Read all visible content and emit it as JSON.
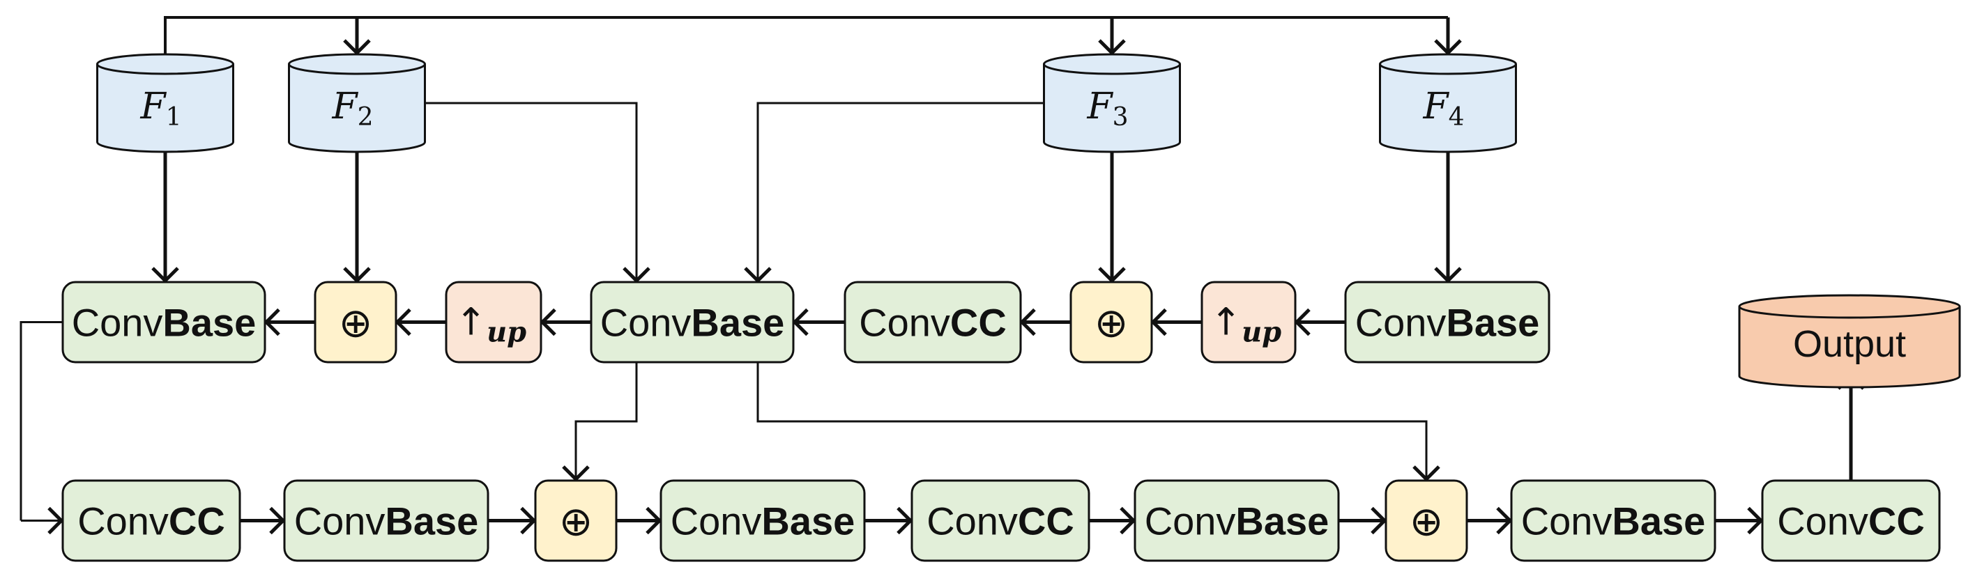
{
  "colors": {
    "conv_fill": "#e2efd9",
    "plus_fill": "#fff2cc",
    "up_fill": "#fbe5d6",
    "feature_fill": "#deebf7",
    "output_fill": "#f8cbad",
    "stroke": "#111111"
  },
  "features": [
    {
      "letter": "F",
      "sub": "1"
    },
    {
      "letter": "F",
      "sub": "2"
    },
    {
      "letter": "F",
      "sub": "3"
    },
    {
      "letter": "F",
      "sub": "4"
    }
  ],
  "blocks": {
    "conv_prefix": "Conv",
    "base_suffix": "Base",
    "cc_suffix": "CC",
    "plus_symbol": "⊕",
    "up_arrow": "↑",
    "up_sub": "up",
    "output_label": "Output"
  },
  "top_row": [
    {
      "kind": "conv",
      "type": "Base"
    },
    {
      "kind": "plus"
    },
    {
      "kind": "up"
    },
    {
      "kind": "conv",
      "type": "Base"
    },
    {
      "kind": "conv",
      "type": "CC"
    },
    {
      "kind": "plus"
    },
    {
      "kind": "up"
    },
    {
      "kind": "conv",
      "type": "Base"
    }
  ],
  "bottom_row": [
    {
      "kind": "conv",
      "type": "CC"
    },
    {
      "kind": "conv",
      "type": "Base"
    },
    {
      "kind": "plus"
    },
    {
      "kind": "conv",
      "type": "Base"
    },
    {
      "kind": "conv",
      "type": "CC"
    },
    {
      "kind": "conv",
      "type": "Base"
    },
    {
      "kind": "plus"
    },
    {
      "kind": "conv",
      "type": "Base"
    },
    {
      "kind": "conv",
      "type": "CC"
    }
  ]
}
